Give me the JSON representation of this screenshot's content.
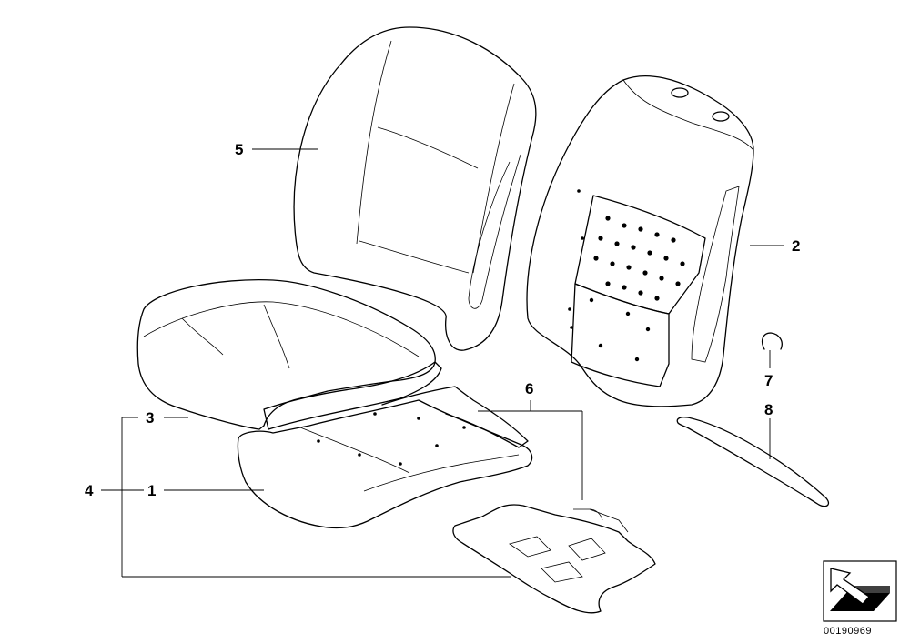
{
  "diagram": {
    "callouts": {
      "c1": "1",
      "c2": "2",
      "c3": "3",
      "c4": "4",
      "c5": "5",
      "c6": "6",
      "c7": "7",
      "c8": "8"
    },
    "reference_number": "00190969",
    "nav_icon": "arrow-navigation-icon"
  }
}
